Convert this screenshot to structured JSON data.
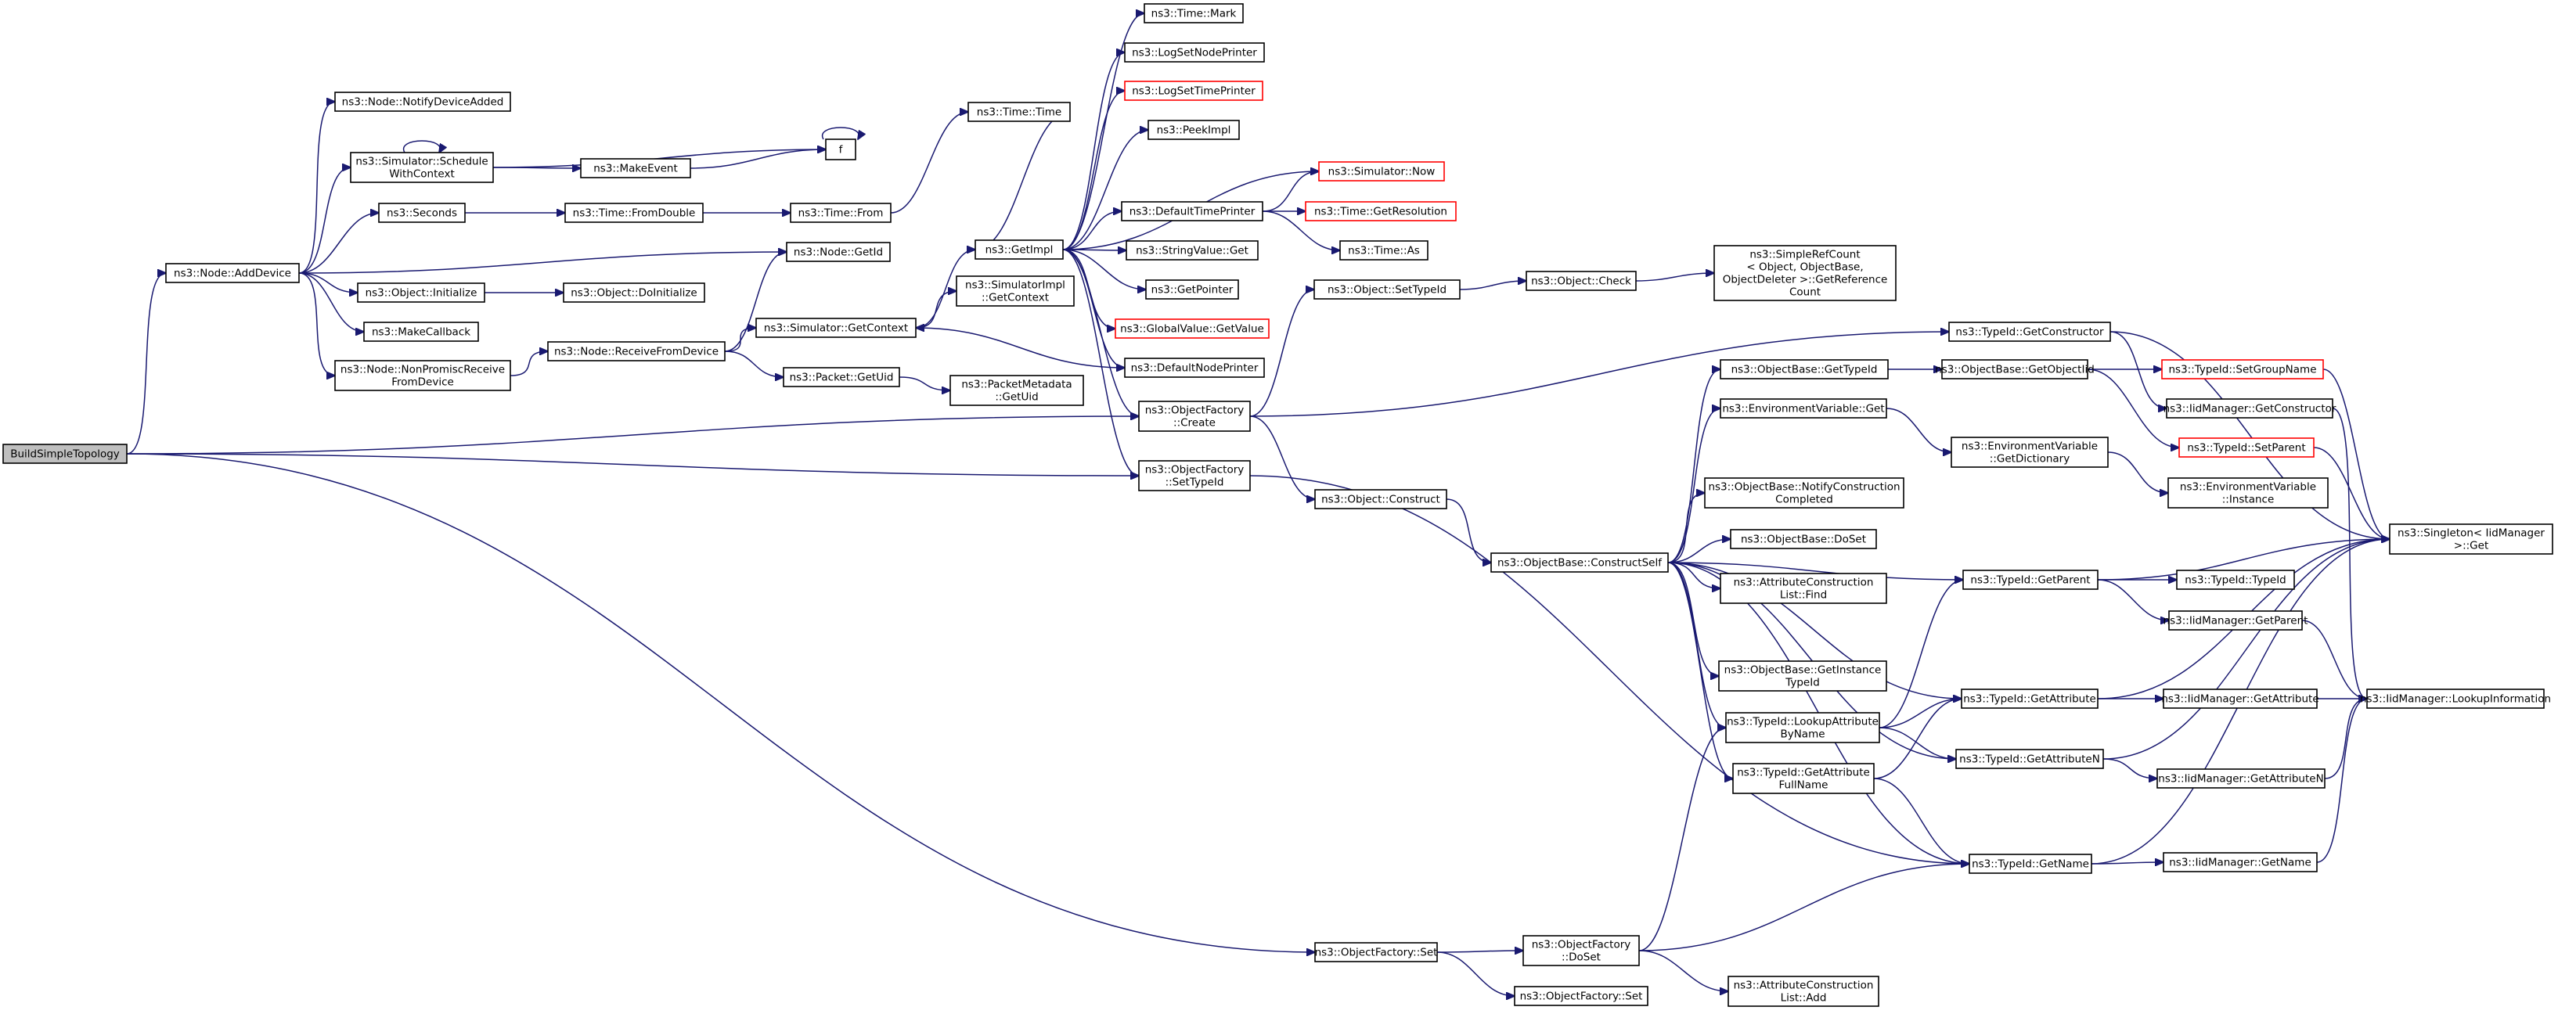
{
  "graph": {
    "nodes": [
      {
        "id": "n0",
        "lines": [
          "BuildSimpleTopology"
        ],
        "root": true
      },
      {
        "id": "n1",
        "lines": [
          "ns3::Node::AddDevice"
        ]
      },
      {
        "id": "n2",
        "lines": [
          "ns3::ObjectFactory",
          "::Create"
        ]
      },
      {
        "id": "n3",
        "lines": [
          "ns3::ObjectFactory",
          "::SetTypeId"
        ]
      },
      {
        "id": "n4",
        "lines": [
          "ns3::ObjectFactory::Set"
        ]
      },
      {
        "id": "n5",
        "lines": [
          "ns3::Node::NotifyDeviceAdded"
        ]
      },
      {
        "id": "n6",
        "lines": [
          "ns3::Simulator::Schedule",
          "WithContext"
        ]
      },
      {
        "id": "n7",
        "lines": [
          "ns3::Seconds"
        ]
      },
      {
        "id": "n8",
        "lines": [
          "ns3::Node::GetId"
        ]
      },
      {
        "id": "n9",
        "lines": [
          "ns3::Object::Initialize"
        ]
      },
      {
        "id": "n10",
        "lines": [
          "ns3::MakeCallback"
        ]
      },
      {
        "id": "n11",
        "lines": [
          "ns3::Node::NonPromiscReceive",
          "FromDevice"
        ]
      },
      {
        "id": "n12",
        "lines": [
          "ns3::Node::ReceiveFromDevice"
        ]
      },
      {
        "id": "n13",
        "lines": [
          "ns3::MakeEvent"
        ]
      },
      {
        "id": "n14",
        "lines": [
          "f"
        ]
      },
      {
        "id": "n15",
        "lines": [
          "ns3::Time::FromDouble"
        ]
      },
      {
        "id": "n16",
        "lines": [
          "ns3::Object::DoInitialize"
        ]
      },
      {
        "id": "n17",
        "lines": [
          "ns3::Simulator::GetContext"
        ]
      },
      {
        "id": "n18",
        "lines": [
          "ns3::Packet::GetUid"
        ]
      },
      {
        "id": "n19",
        "lines": [
          "ns3::Time::From"
        ]
      },
      {
        "id": "n20",
        "lines": [
          "ns3::Time::Time"
        ]
      },
      {
        "id": "n21",
        "lines": [
          "ns3::GetImpl"
        ]
      },
      {
        "id": "n22",
        "lines": [
          "ns3::SimulatorImpl",
          "::GetContext"
        ]
      },
      {
        "id": "n23",
        "lines": [
          "ns3::PacketMetadata",
          "::GetUid"
        ]
      },
      {
        "id": "n24",
        "lines": [
          "ns3::Time::Mark"
        ]
      },
      {
        "id": "n25",
        "lines": [
          "ns3::LogSetNodePrinter"
        ]
      },
      {
        "id": "n26",
        "lines": [
          "ns3::LogSetTimePrinter"
        ],
        "red": true
      },
      {
        "id": "n27",
        "lines": [
          "ns3::PeekImpl"
        ]
      },
      {
        "id": "n28",
        "lines": [
          "ns3::DefaultTimePrinter"
        ]
      },
      {
        "id": "n29",
        "lines": [
          "ns3::StringValue::Get"
        ]
      },
      {
        "id": "n30",
        "lines": [
          "ns3::GetPointer"
        ]
      },
      {
        "id": "n31",
        "lines": [
          "ns3::GlobalValue::GetValue"
        ],
        "red": true
      },
      {
        "id": "n32",
        "lines": [
          "ns3::DefaultNodePrinter"
        ]
      },
      {
        "id": "n33",
        "lines": [
          "ns3::Simulator::Now"
        ],
        "red": true
      },
      {
        "id": "n34",
        "lines": [
          "ns3::Time::GetResolution"
        ],
        "red": true
      },
      {
        "id": "n35",
        "lines": [
          "ns3::Time::As"
        ]
      },
      {
        "id": "n36",
        "lines": [
          "ns3::Object::SetTypeId"
        ]
      },
      {
        "id": "n37",
        "lines": [
          "ns3::Object::Check"
        ]
      },
      {
        "id": "n38",
        "lines": [
          "ns3::SimpleRefCount",
          "< Object, ObjectBase,",
          "ObjectDeleter >::GetReference",
          "Count"
        ]
      },
      {
        "id": "n39",
        "lines": [
          "ns3::Object::Construct"
        ]
      },
      {
        "id": "n40",
        "lines": [
          "ns3::ObjectBase::ConstructSelf"
        ]
      },
      {
        "id": "n41",
        "lines": [
          "ns3::TypeId::GetConstructor"
        ]
      },
      {
        "id": "n42",
        "lines": [
          "ns3::ObjectBase::GetTypeId"
        ]
      },
      {
        "id": "n43",
        "lines": [
          "ns3::EnvironmentVariable::Get"
        ]
      },
      {
        "id": "n44",
        "lines": [
          "ns3::ObjectBase::NotifyConstruction",
          "Completed"
        ]
      },
      {
        "id": "n45",
        "lines": [
          "ns3::ObjectBase::DoSet"
        ]
      },
      {
        "id": "n46",
        "lines": [
          "ns3::AttributeConstruction",
          "List::Find"
        ]
      },
      {
        "id": "n47",
        "lines": [
          "ns3::ObjectBase::GetInstance",
          "TypeId"
        ]
      },
      {
        "id": "n48",
        "lines": [
          "ns3::TypeId::LookupAttribute",
          "ByName"
        ]
      },
      {
        "id": "n49",
        "lines": [
          "ns3::TypeId::GetAttribute",
          "FullName"
        ]
      },
      {
        "id": "n50",
        "lines": [
          "ns3::ObjectBase::GetObjectIid"
        ]
      },
      {
        "id": "n51",
        "lines": [
          "ns3::EnvironmentVariable",
          "::GetDictionary"
        ]
      },
      {
        "id": "n52",
        "lines": [
          "ns3::TypeId::GetParent"
        ]
      },
      {
        "id": "n53",
        "lines": [
          "ns3::TypeId::GetAttribute"
        ]
      },
      {
        "id": "n54",
        "lines": [
          "ns3::TypeId::GetAttributeN"
        ]
      },
      {
        "id": "n55",
        "lines": [
          "ns3::TypeId::GetName"
        ]
      },
      {
        "id": "n56",
        "lines": [
          "ns3::TypeId::SetGroupName"
        ],
        "red": true
      },
      {
        "id": "n57",
        "lines": [
          "ns3::IidManager::GetConstructor"
        ]
      },
      {
        "id": "n58",
        "lines": [
          "ns3::TypeId::SetParent"
        ],
        "red": true
      },
      {
        "id": "n59",
        "lines": [
          "ns3::EnvironmentVariable",
          "::Instance"
        ]
      },
      {
        "id": "n60",
        "lines": [
          "ns3::TypeId::TypeId"
        ]
      },
      {
        "id": "n61",
        "lines": [
          "ns3::IidManager::GetParent"
        ]
      },
      {
        "id": "n62",
        "lines": [
          "ns3::IidManager::GetAttribute"
        ]
      },
      {
        "id": "n63",
        "lines": [
          "ns3::IidManager::GetAttributeN"
        ]
      },
      {
        "id": "n64",
        "lines": [
          "ns3::IidManager::GetName"
        ]
      },
      {
        "id": "n65",
        "lines": [
          "ns3::Singleton< IidManager",
          ">::Get"
        ]
      },
      {
        "id": "n66",
        "lines": [
          "ns3::IidManager::LookupInformation"
        ]
      },
      {
        "id": "n67",
        "lines": [
          "ns3::ObjectFactory",
          "::DoSet"
        ]
      },
      {
        "id": "n68",
        "lines": [
          "ns3::ObjectFactory::Set"
        ]
      },
      {
        "id": "n69",
        "lines": [
          "ns3::AttributeConstruction",
          "List::Add"
        ]
      }
    ],
    "edges": [
      [
        "n0",
        "n1"
      ],
      [
        "n0",
        "n2"
      ],
      [
        "n0",
        "n3"
      ],
      [
        "n0",
        "n4"
      ],
      [
        "n1",
        "n5"
      ],
      [
        "n1",
        "n6"
      ],
      [
        "n1",
        "n7"
      ],
      [
        "n1",
        "n8"
      ],
      [
        "n1",
        "n9"
      ],
      [
        "n1",
        "n10"
      ],
      [
        "n1",
        "n11"
      ],
      [
        "n6",
        "n6"
      ],
      [
        "n6",
        "n13"
      ],
      [
        "n6",
        "n14"
      ],
      [
        "n13",
        "n14"
      ],
      [
        "n14",
        "n14"
      ],
      [
        "n7",
        "n15"
      ],
      [
        "n15",
        "n19"
      ],
      [
        "n19",
        "n20"
      ],
      [
        "n20",
        "n21"
      ],
      [
        "n9",
        "n16"
      ],
      [
        "n11",
        "n12"
      ],
      [
        "n12",
        "n8"
      ],
      [
        "n12",
        "n17"
      ],
      [
        "n12",
        "n18"
      ],
      [
        "n18",
        "n23"
      ],
      [
        "n17",
        "n21"
      ],
      [
        "n17",
        "n22"
      ],
      [
        "n21",
        "n24"
      ],
      [
        "n21",
        "n25"
      ],
      [
        "n21",
        "n26"
      ],
      [
        "n21",
        "n27"
      ],
      [
        "n21",
        "n28"
      ],
      [
        "n21",
        "n29"
      ],
      [
        "n21",
        "n30"
      ],
      [
        "n21",
        "n31"
      ],
      [
        "n21",
        "n32"
      ],
      [
        "n21",
        "n33"
      ],
      [
        "n21",
        "n2"
      ],
      [
        "n21",
        "n3"
      ],
      [
        "n32",
        "n17"
      ],
      [
        "n28",
        "n33"
      ],
      [
        "n28",
        "n34"
      ],
      [
        "n28",
        "n35"
      ],
      [
        "n2",
        "n36"
      ],
      [
        "n2",
        "n39"
      ],
      [
        "n2",
        "n41"
      ],
      [
        "n36",
        "n37"
      ],
      [
        "n37",
        "n38"
      ],
      [
        "n39",
        "n40"
      ],
      [
        "n3",
        "n55"
      ],
      [
        "n40",
        "n42"
      ],
      [
        "n40",
        "n43"
      ],
      [
        "n40",
        "n44"
      ],
      [
        "n40",
        "n45"
      ],
      [
        "n40",
        "n46"
      ],
      [
        "n40",
        "n47"
      ],
      [
        "n40",
        "n48"
      ],
      [
        "n40",
        "n49"
      ],
      [
        "n40",
        "n52"
      ],
      [
        "n40",
        "n53"
      ],
      [
        "n40",
        "n54"
      ],
      [
        "n40",
        "n55"
      ],
      [
        "n41",
        "n57"
      ],
      [
        "n41",
        "n65"
      ],
      [
        "n42",
        "n50"
      ],
      [
        "n50",
        "n56"
      ],
      [
        "n50",
        "n58"
      ],
      [
        "n43",
        "n51"
      ],
      [
        "n51",
        "n59"
      ],
      [
        "n48",
        "n52"
      ],
      [
        "n48",
        "n53"
      ],
      [
        "n48",
        "n54"
      ],
      [
        "n49",
        "n53"
      ],
      [
        "n49",
        "n55"
      ],
      [
        "n52",
        "n60"
      ],
      [
        "n52",
        "n61"
      ],
      [
        "n52",
        "n65"
      ],
      [
        "n53",
        "n62"
      ],
      [
        "n53",
        "n65"
      ],
      [
        "n54",
        "n63"
      ],
      [
        "n54",
        "n65"
      ],
      [
        "n55",
        "n64"
      ],
      [
        "n55",
        "n65"
      ],
      [
        "n56",
        "n65"
      ],
      [
        "n57",
        "n66"
      ],
      [
        "n58",
        "n65"
      ],
      [
        "n61",
        "n66"
      ],
      [
        "n62",
        "n66"
      ],
      [
        "n63",
        "n66"
      ],
      [
        "n64",
        "n66"
      ],
      [
        "n4",
        "n67"
      ],
      [
        "n4",
        "n68"
      ],
      [
        "n67",
        "n48"
      ],
      [
        "n67",
        "n55"
      ],
      [
        "n67",
        "n69"
      ]
    ]
  }
}
